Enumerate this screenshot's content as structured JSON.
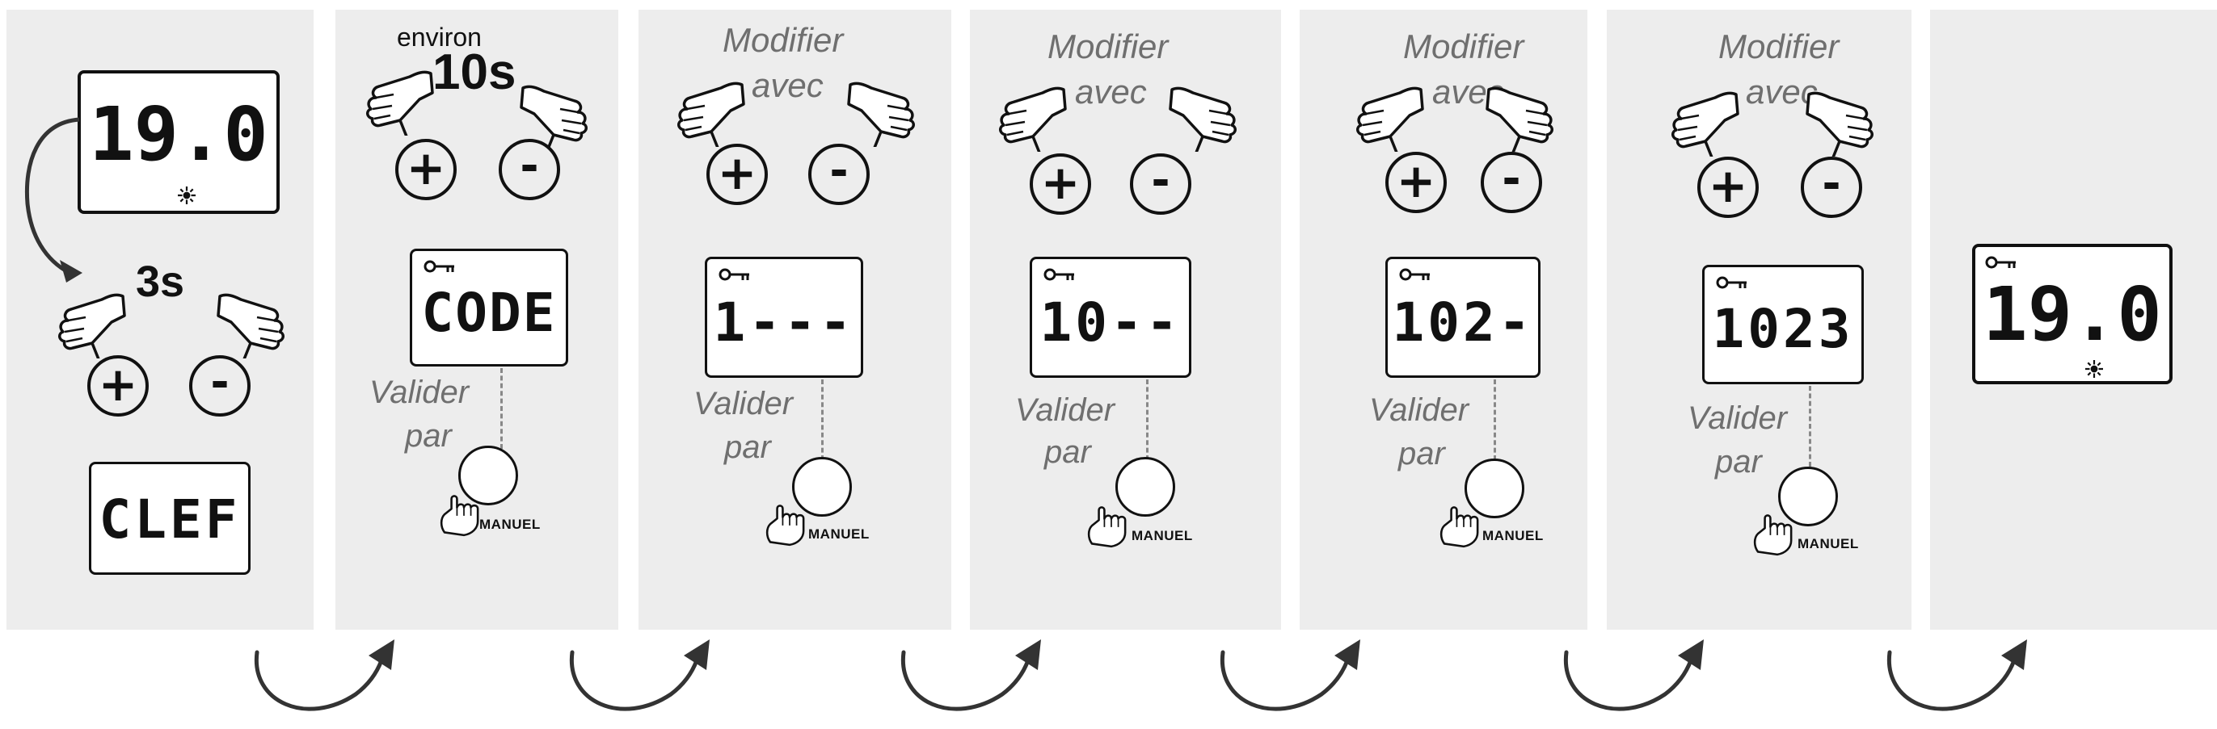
{
  "panels": [
    {
      "display_top": "19.0",
      "display_bottom": "CLEF",
      "hold_time": "3s"
    },
    {
      "timer_label": "environ",
      "timer_value": "10s",
      "display": "CODE",
      "validate_line1": "Valider",
      "validate_line2": "par"
    },
    {
      "instruction_line1": "Modifier",
      "instruction_line2": "avec",
      "display": "1---",
      "validate_line1": "Valider",
      "validate_line2": "par"
    },
    {
      "instruction_line1": "Modifier",
      "instruction_line2": "avec",
      "display": "10--",
      "validate_line1": "Valider",
      "validate_line2": "par"
    },
    {
      "instruction_line1": "Modifier",
      "instruction_line2": "avec",
      "display": "102-",
      "validate_line1": "Valider",
      "validate_line2": "par"
    },
    {
      "instruction_line1": "Modifier",
      "instruction_line2": "avec",
      "display": "1023",
      "validate_line1": "Valider",
      "validate_line2": "par"
    },
    {
      "display": "19.0"
    }
  ],
  "buttons": {
    "plus": "+",
    "minus": "-",
    "manuel": "MANUEL"
  },
  "icons": {
    "sun": "sun-icon",
    "key": "key-icon",
    "hand": "pointing-hand-icon",
    "arrow": "curved-arrow-icon"
  },
  "colors": {
    "panel": "#ededed",
    "ink": "#111111",
    "italic_text": "#6f6f6f"
  }
}
